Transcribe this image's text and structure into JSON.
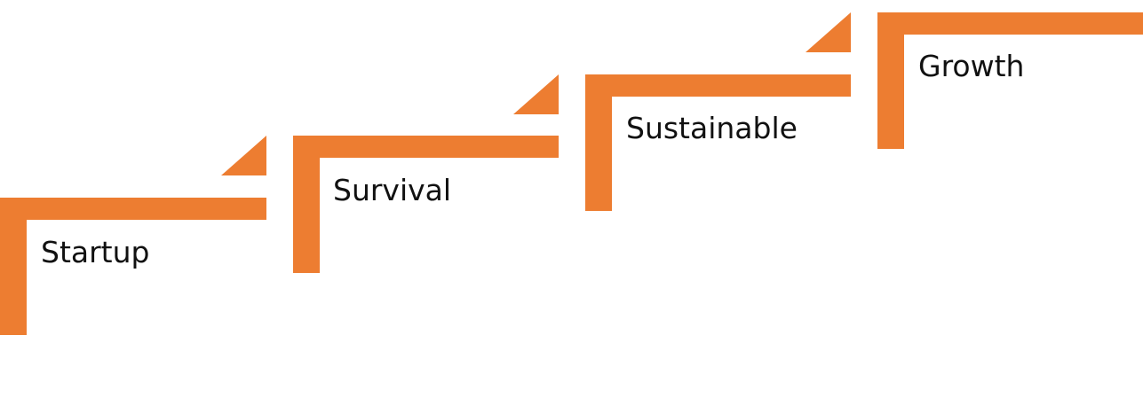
{
  "colors": {
    "accent": "#ED7D31",
    "background": "#FFFFFF",
    "text": "#111111"
  },
  "steps": [
    {
      "label": "Startup"
    },
    {
      "label": "Survival"
    },
    {
      "label": "Sustainable"
    },
    {
      "label": "Growth"
    }
  ]
}
